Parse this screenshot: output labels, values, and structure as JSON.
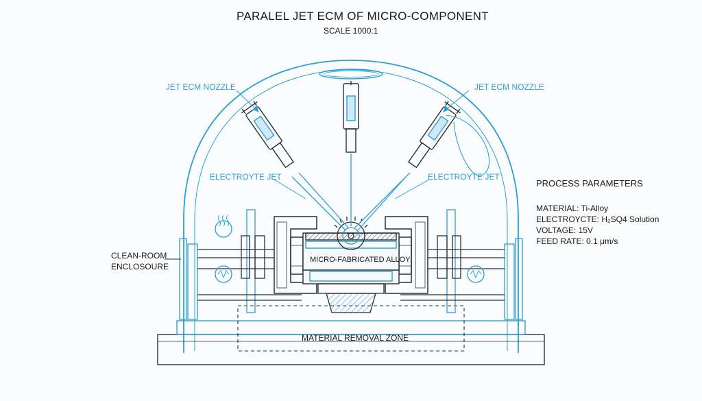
{
  "title": "PARALEL JET ECM OF MICRO-COMPONENT",
  "scale": "SCALE 1000:1",
  "labels": {
    "nozzle_left": "JET ECM NOZZLE",
    "nozzle_right": "JET ECM NOZZLE",
    "jet_left": "ELECTROYTE JET",
    "jet_right": "ELECTROYTE JET",
    "enclosure_line1": "CLEAN-ROOM",
    "enclosure_line2": "ENCLOSOURE",
    "workpiece": "MICRO-FABRICATED ALLOY",
    "removal_zone": "MATERIAL REMOVAL ZONE"
  },
  "parameters": {
    "heading": "PROCESS PARAMETERS",
    "material": "MATERIAL: Ti-Alloy",
    "electrolyte": "ELECTROYCTE: H₂SQ4 Solution",
    "voltage": "VOLTAGE: 15V",
    "feed_rate": "FEED RATE: 0.1 μm/s"
  },
  "colors": {
    "line_blue": "#2a9fd8",
    "line_dark": "#2b2f33",
    "text": "#1a1a1a"
  }
}
